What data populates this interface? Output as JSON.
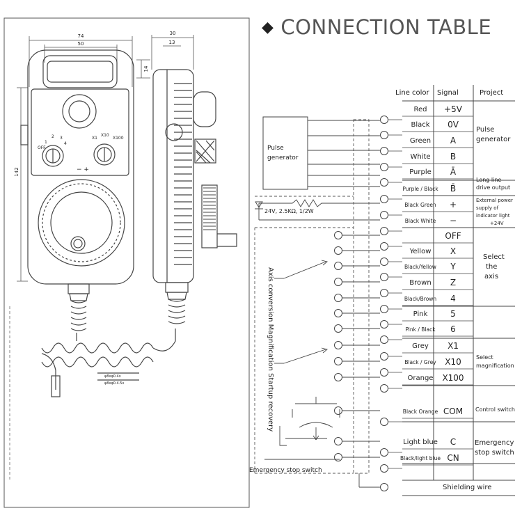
{
  "heading": "CONNECTION TABLE",
  "dimensions": {
    "top_width": "74",
    "top_inner": "50",
    "side_width": "30",
    "side_inner": "13",
    "handle_height": "14",
    "height": "142"
  },
  "cable_labels": [
    "φ8xφ0.4x",
    "φ8xφ0.4.5x"
  ],
  "columns": {
    "line_color": "Line color",
    "signal": "Signal",
    "project": "Project"
  },
  "rows": [
    {
      "color": "Red",
      "signal": "+5V"
    },
    {
      "color": "Black",
      "signal": "0V"
    },
    {
      "color": "Green",
      "signal": "A"
    },
    {
      "color": "White",
      "signal": "B"
    },
    {
      "color": "Purple",
      "signal": "Ā"
    },
    {
      "color": "Purple / Black",
      "signal": "B̄"
    },
    {
      "color": "Black Green",
      "signal": "+"
    },
    {
      "color": "Black White",
      "signal": "−"
    },
    {
      "color": "",
      "signal": "OFF"
    },
    {
      "color": "Yellow",
      "signal": "X"
    },
    {
      "color": "Black/Yellow",
      "signal": "Y"
    },
    {
      "color": "Brown",
      "signal": "Z"
    },
    {
      "color": "Black/Brown",
      "signal": "4"
    },
    {
      "color": "Pink",
      "signal": "5"
    },
    {
      "color": "Pink / Black",
      "signal": "6"
    },
    {
      "color": "Grey",
      "signal": "X1"
    },
    {
      "color": "Black / Grey",
      "signal": "X10"
    },
    {
      "color": "Orange",
      "signal": "X100"
    },
    {
      "color": "Black Orange",
      "signal": "COM"
    },
    {
      "color": "Light blue",
      "signal": "C"
    },
    {
      "color": "Black/light blue",
      "signal": "CN"
    }
  ],
  "shielding": "Shielding wire",
  "projects": {
    "pulse_generator": [
      "Pulse",
      "generator"
    ],
    "long_line": [
      "Long line",
      "drive output"
    ],
    "indicator": [
      "External power",
      "supply of",
      "indicator light",
      "+24V"
    ],
    "select_axis": [
      "Select",
      "the",
      "axis"
    ],
    "select_mag": [
      "Select",
      "magnification"
    ],
    "control_switch": "Control switch",
    "estop": [
      "Emergency",
      "stop switch"
    ]
  },
  "circuit": {
    "pulse_box": [
      "Pulse",
      "generator"
    ],
    "led": "24V, 2.5KΩ, 1/2W",
    "vertical_label": "Axis conversion Magnification Startup recovery",
    "estop_label": "Emergency stop switch"
  }
}
